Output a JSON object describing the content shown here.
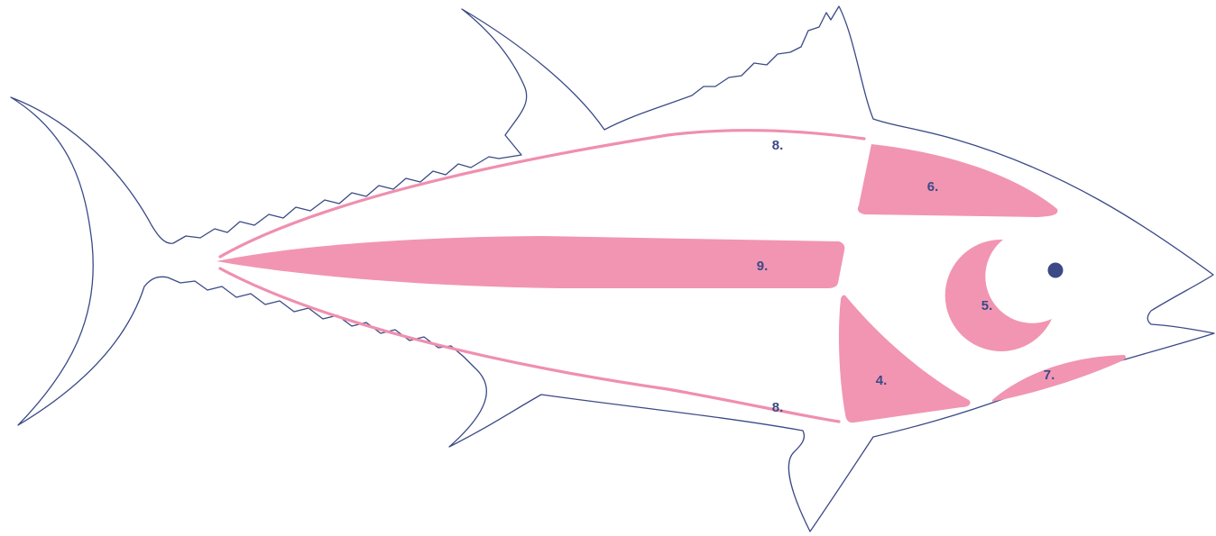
{
  "colors": {
    "outline": "#3b4a86",
    "cut_fill": "#f195b2",
    "belt_stroke": "#ef8fae",
    "eye": "#3b4a86",
    "label": "#3b4a86",
    "background": "#ffffff"
  },
  "cuts": {
    "top_belly_label": "8.",
    "bottom_belly_label": "8.",
    "upper_collar_label": "6.",
    "loin_label": "9.",
    "cheek_label": "5.",
    "lower_collar_label": "4.",
    "throat_label": "7."
  }
}
